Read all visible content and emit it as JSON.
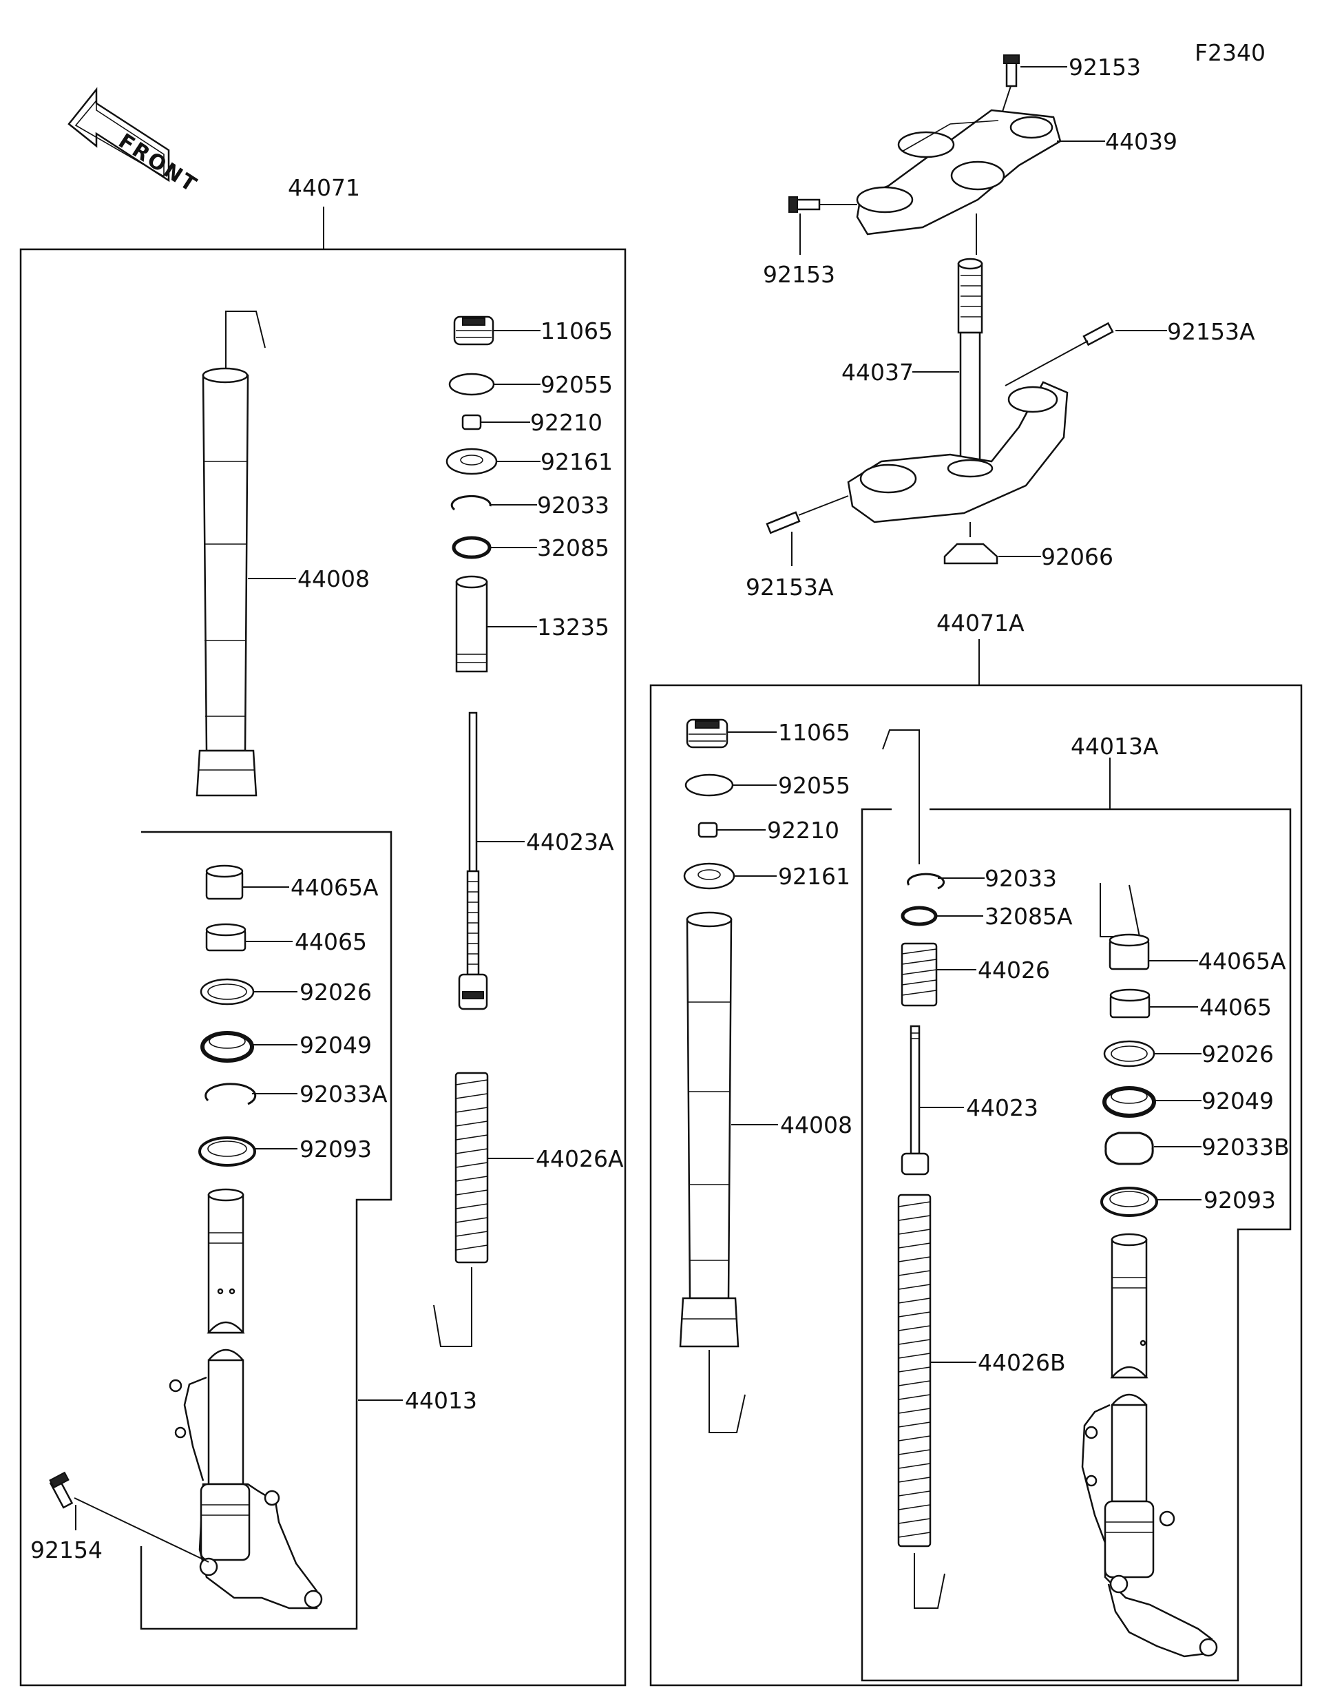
{
  "diagram_code": "F2340",
  "front_arrow_label": "FRONT",
  "colors": {
    "line": "#111111",
    "background": "#ffffff"
  },
  "labels": {
    "assy_44071": "44071",
    "assy_44071A": "44071A",
    "assy_44013": "44013",
    "assy_44013A": "44013A",
    "clamp_top": "44039",
    "stem": "44037",
    "bolt_top_1": "92153",
    "bolt_top_2": "92153",
    "bolt_bottom_1": "92153A",
    "bolt_bottom_2": "92153A",
    "stem_seal": "92066",
    "L_cap": "11065",
    "L_oring": "92055",
    "L_nut": "92210",
    "L_washer": "92161",
    "L_circlip": "92033",
    "L_ring": "32085",
    "L_pipe": "13235",
    "L_outer_tube": "44008",
    "L_rod": "44023A",
    "L_spring": "44026A",
    "L_bush_a": "44065A",
    "L_bush": "44065",
    "L_washer2": "92026",
    "L_oil_seal": "92049",
    "L_circlip2": "92033A",
    "L_dust_seal": "92093",
    "L_axle_bolt": "92154",
    "R_cap": "11065",
    "R_oring": "92055",
    "R_nut": "92210",
    "R_washer": "92161",
    "R_outer_tube": "44008",
    "R_circlip": "92033",
    "R_ring": "32085A",
    "R_short_spring": "44026",
    "R_rod": "44023",
    "R_spring": "44026B",
    "R_bush_a": "44065A",
    "R_bush": "44065",
    "R_washer2": "92026",
    "R_oil_seal": "92049",
    "R_circlip2": "92033B",
    "R_dust_seal": "92093"
  }
}
